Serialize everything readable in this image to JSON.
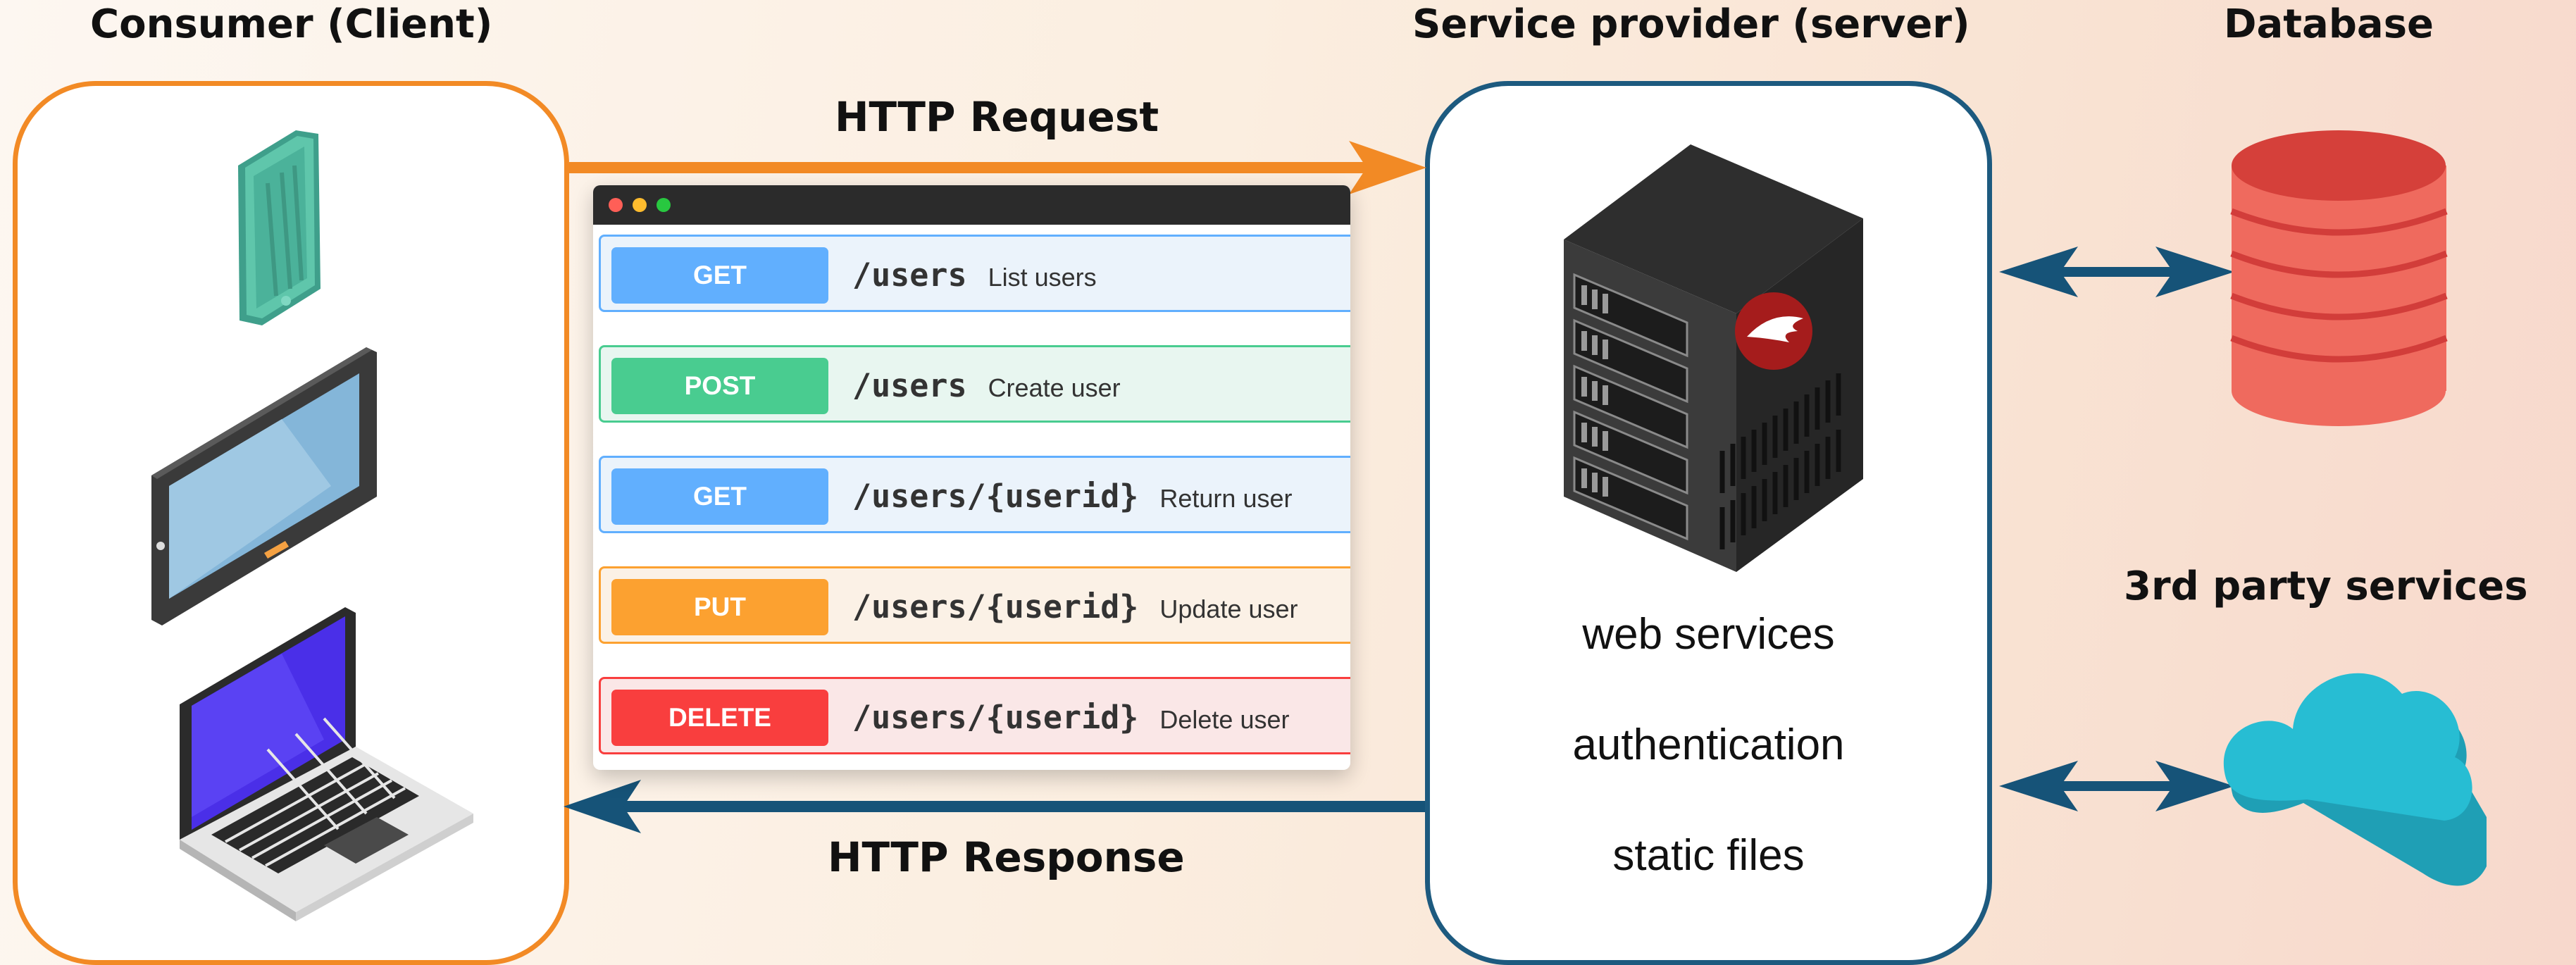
{
  "headings": {
    "client": "Consumer (Client)",
    "server": "Service provider (server)",
    "database": "Database",
    "third_party": "3rd party services"
  },
  "flow": {
    "request": "HTTP Request",
    "response": "HTTP Response"
  },
  "api": {
    "endpoints": [
      {
        "method": "GET",
        "path": "/users",
        "description": "List users",
        "color": "#61affe",
        "bg": "#ebf3fb",
        "border": "#61affe"
      },
      {
        "method": "POST",
        "path": "/users",
        "description": "Create user",
        "color": "#49cc90",
        "bg": "#e8f6f0",
        "border": "#49cc90"
      },
      {
        "method": "GET",
        "path": "/users/{userid}",
        "description": "Return user",
        "color": "#61affe",
        "bg": "#ebf3fb",
        "border": "#61affe"
      },
      {
        "method": "PUT",
        "path": "/users/{userid}",
        "description": "Update user",
        "color": "#fca130",
        "bg": "#fbf1e6",
        "border": "#fca130"
      },
      {
        "method": "DELETE",
        "path": "/users/{userid}",
        "description": "Delete user",
        "color": "#f93e3e",
        "bg": "#fae7e7",
        "border": "#f93e3e"
      }
    ]
  },
  "server": {
    "services": [
      "web services",
      "authentication",
      "static files"
    ]
  },
  "colors": {
    "client_border": "#f28a25",
    "server_border": "#1d5a7f",
    "request_arrow": "#f28a25",
    "response_arrow": "#165378"
  }
}
